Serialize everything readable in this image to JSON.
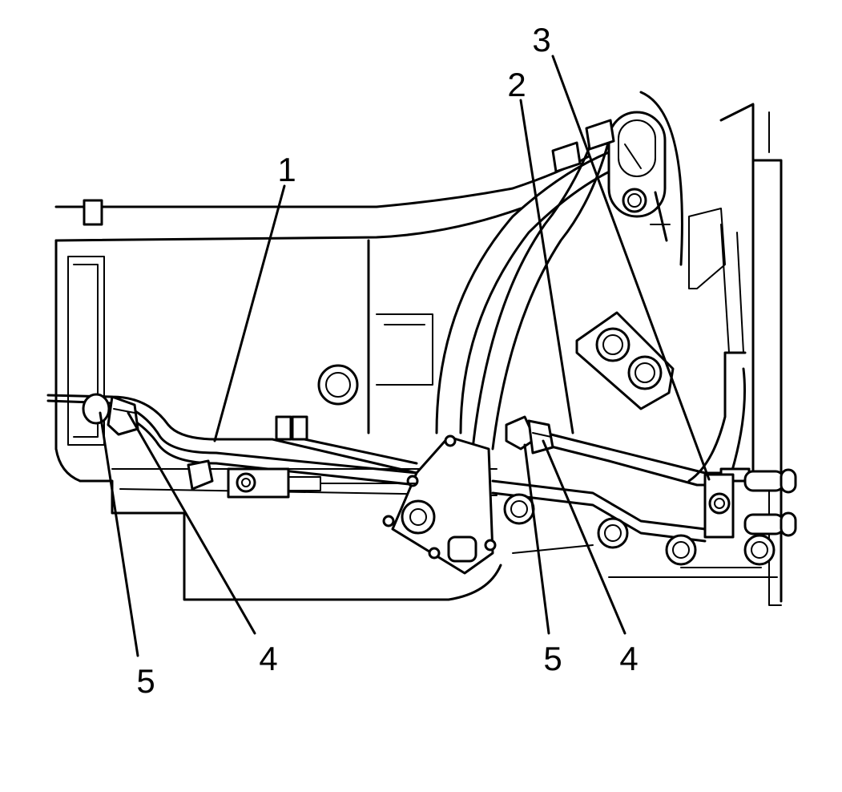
{
  "diagram": {
    "callouts": [
      {
        "id": "c1",
        "label": "1"
      },
      {
        "id": "c2",
        "label": "2"
      },
      {
        "id": "c3",
        "label": "3"
      },
      {
        "id": "c4a",
        "label": "4"
      },
      {
        "id": "c5a",
        "label": "5"
      },
      {
        "id": "c5b",
        "label": "5"
      },
      {
        "id": "c4b",
        "label": "4"
      }
    ]
  }
}
